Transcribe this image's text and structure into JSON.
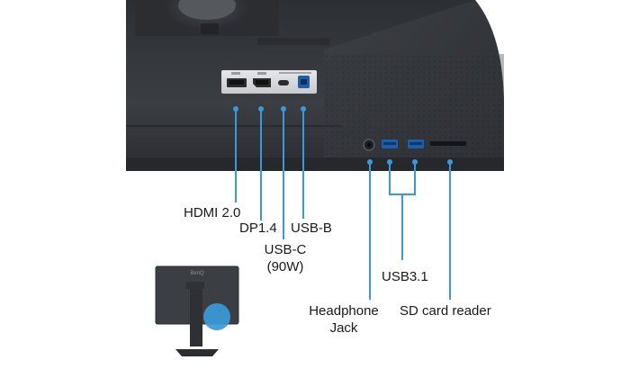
{
  "labels": {
    "hdmi": "HDMI 2.0",
    "dp": "DP1.4",
    "usbc_line1": "USB-C",
    "usbc_line2": "(90W)",
    "usbb": "USB-B",
    "usb31": "USB3.1",
    "headphone_line1": "Headphone",
    "headphone_line2": "Jack",
    "sdcard": "SD card reader"
  },
  "inset_brand": "BenQ",
  "colors": {
    "accent": "#3a9ad9",
    "monitor_body": "#3a3d42",
    "panel": "#d9dadc",
    "label_text": "#1a1a1a"
  }
}
